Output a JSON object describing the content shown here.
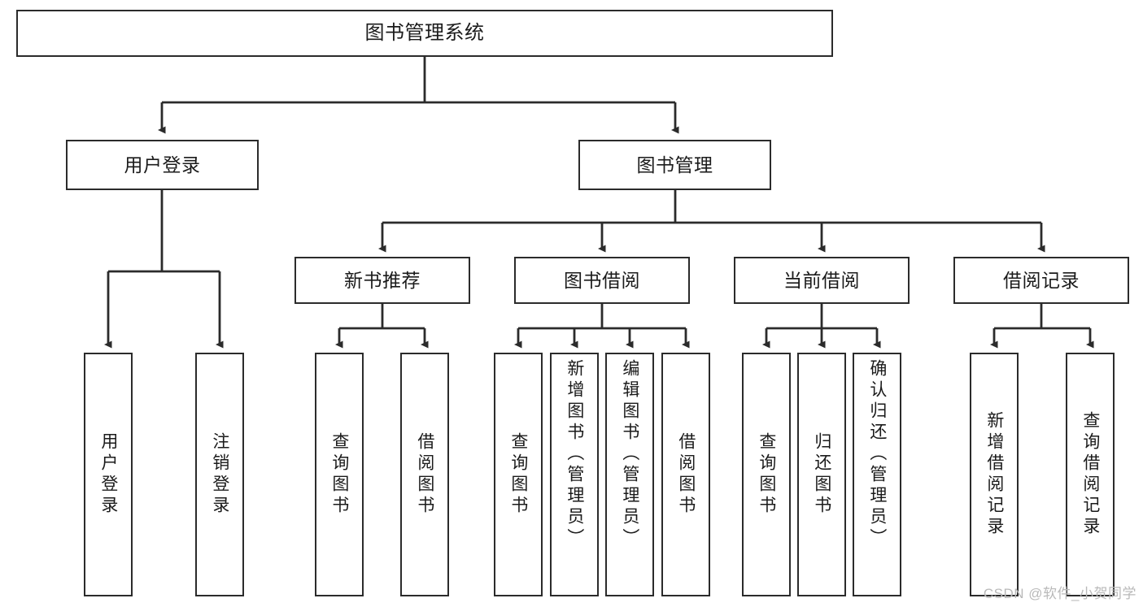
{
  "diagram": {
    "title": "图书管理系统",
    "type": "tree-hierarchy-diagram",
    "colors": {
      "box_border": "#2b2b2b",
      "box_fill": "#ffffff",
      "edge": "#2b2b2b",
      "text": "#1b1b1b",
      "watermark": "#b9b9b9",
      "background": "#ffffff"
    },
    "root": {
      "label": "图书管理系统"
    },
    "level1": [
      {
        "label": "用户登录"
      },
      {
        "label": "图书管理"
      }
    ],
    "level2": [
      {
        "label": "新书推荐"
      },
      {
        "label": "图书借阅"
      },
      {
        "label": "当前借阅"
      },
      {
        "label": "借阅记录"
      }
    ],
    "leaves": {
      "user_login": [
        {
          "label": "用户登录"
        },
        {
          "label": "注销登录"
        }
      ],
      "new_book": [
        {
          "label": "查询图书"
        },
        {
          "label": "借阅图书"
        }
      ],
      "book_borrow": [
        {
          "label": "查询图书"
        },
        {
          "label": "新增图书（管理员）"
        },
        {
          "label": "编辑图书（管理员）"
        },
        {
          "label": "借阅图书"
        }
      ],
      "current_borrow": [
        {
          "label": "查询图书"
        },
        {
          "label": "归还图书"
        },
        {
          "label": "确认归还（管理员）"
        }
      ],
      "borrow_record": [
        {
          "label": "新增借阅记录"
        },
        {
          "label": "查询借阅记录"
        }
      ]
    }
  },
  "watermark": {
    "text": "CSDN @软件_小贺同学"
  }
}
